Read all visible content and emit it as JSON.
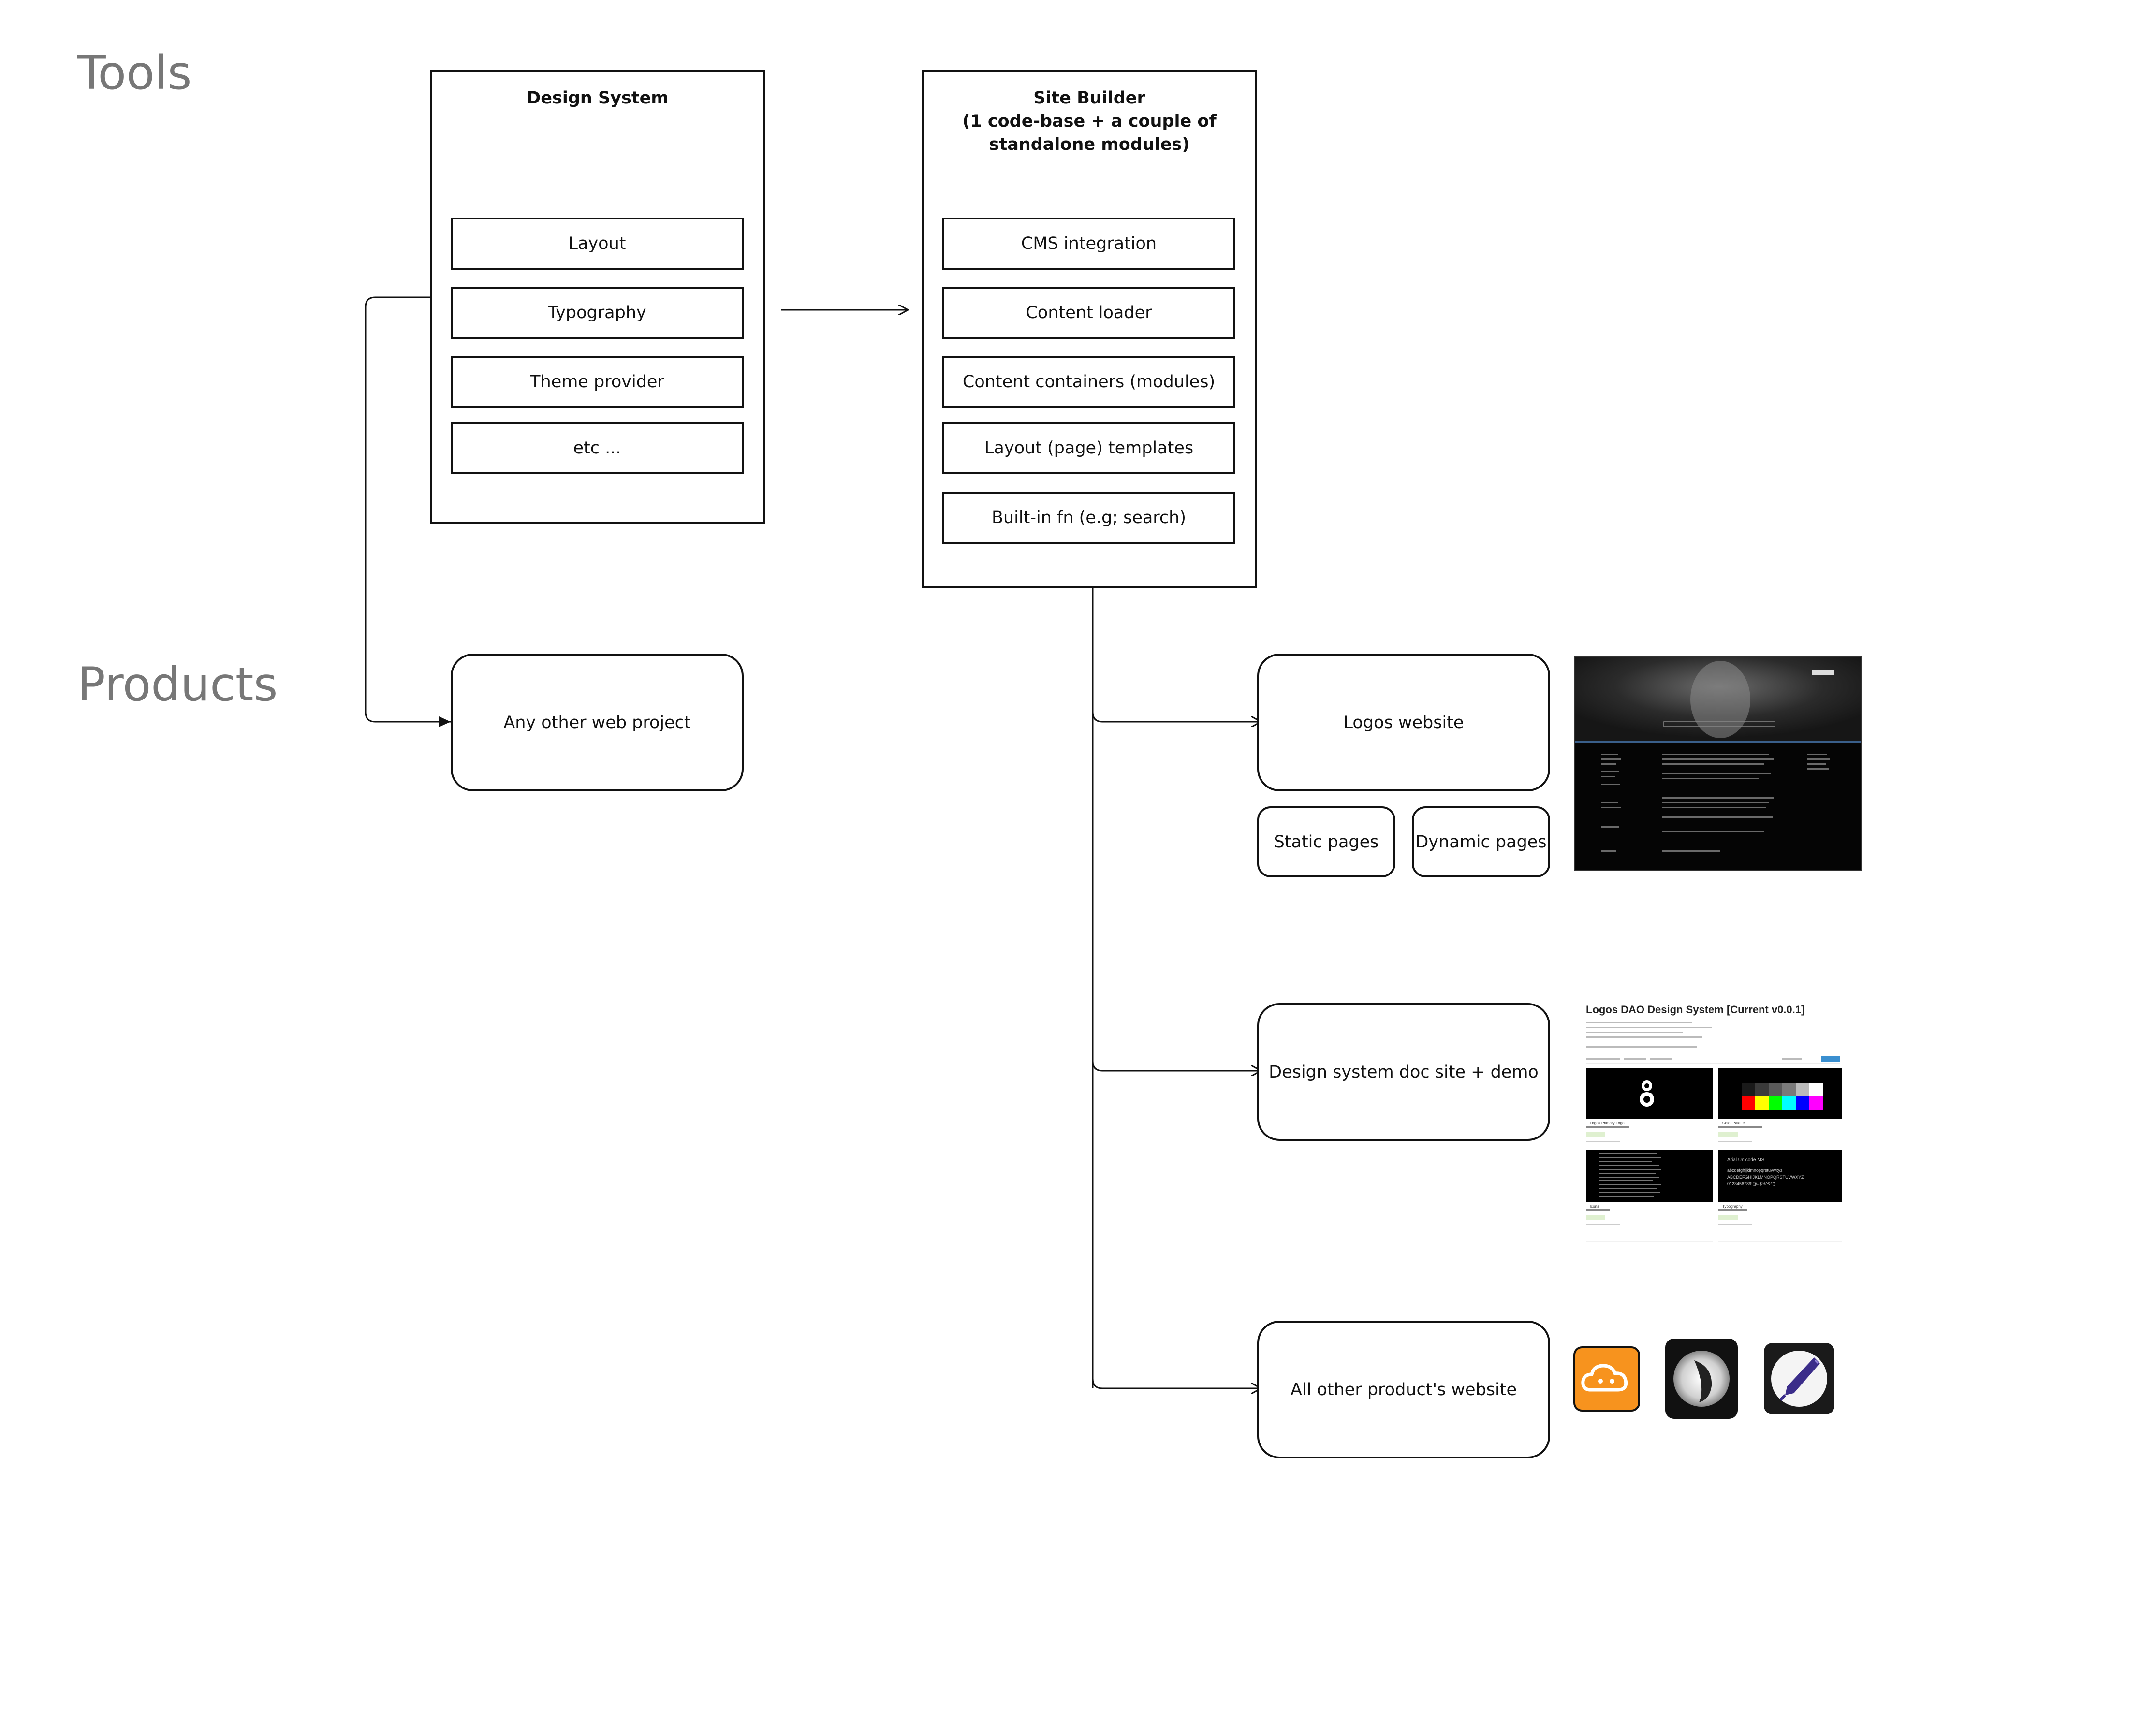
{
  "sections": {
    "tools": "Tools",
    "products": "Products"
  },
  "design_system": {
    "title": "Design System",
    "items": [
      "Layout",
      "Typography",
      "Theme provider",
      "etc ..."
    ]
  },
  "site_builder": {
    "title": "Site Builder\n(1 code-base + a couple of\nstandalone modules)",
    "items": [
      "CMS integration",
      "Content loader",
      "Content containers (modules)",
      "Layout (page) templates",
      "Built-in fn (e.g; search)"
    ]
  },
  "products": {
    "other_web_project": "Any other web project",
    "logos_website": "Logos website",
    "static_pages": "Static pages",
    "dynamic_pages": "Dynamic pages",
    "design_doc_site": "Design system doc site + demo",
    "all_other_products": "All other product's website"
  },
  "doc_site_thumbnail": {
    "heading": "Logos DAO Design System [Current v0.0.1]",
    "cards": [
      "Logos Primary Logo",
      "Color Palette",
      "Icons",
      "Typography"
    ],
    "font_sample_title": "Arial Unicode MS",
    "font_sample_lines": [
      "abcdefghijklmnopqrstuvwxyz",
      "ABCDEFGHIJKLMNOPQRSTUVWXYZ",
      "0123456789!@#$%^&*()"
    ]
  },
  "app_icons": [
    "cloud-storage-app-icon",
    "dark-feather-app-icon",
    "pen-nib-app-icon"
  ],
  "colors": {
    "stroke": "#111111",
    "label": "#777777",
    "accent_orange": "#f7931e",
    "palette": [
      "#ff0000",
      "#ffff00",
      "#00ff00",
      "#00ffff",
      "#0000ff",
      "#ff00ff"
    ]
  }
}
